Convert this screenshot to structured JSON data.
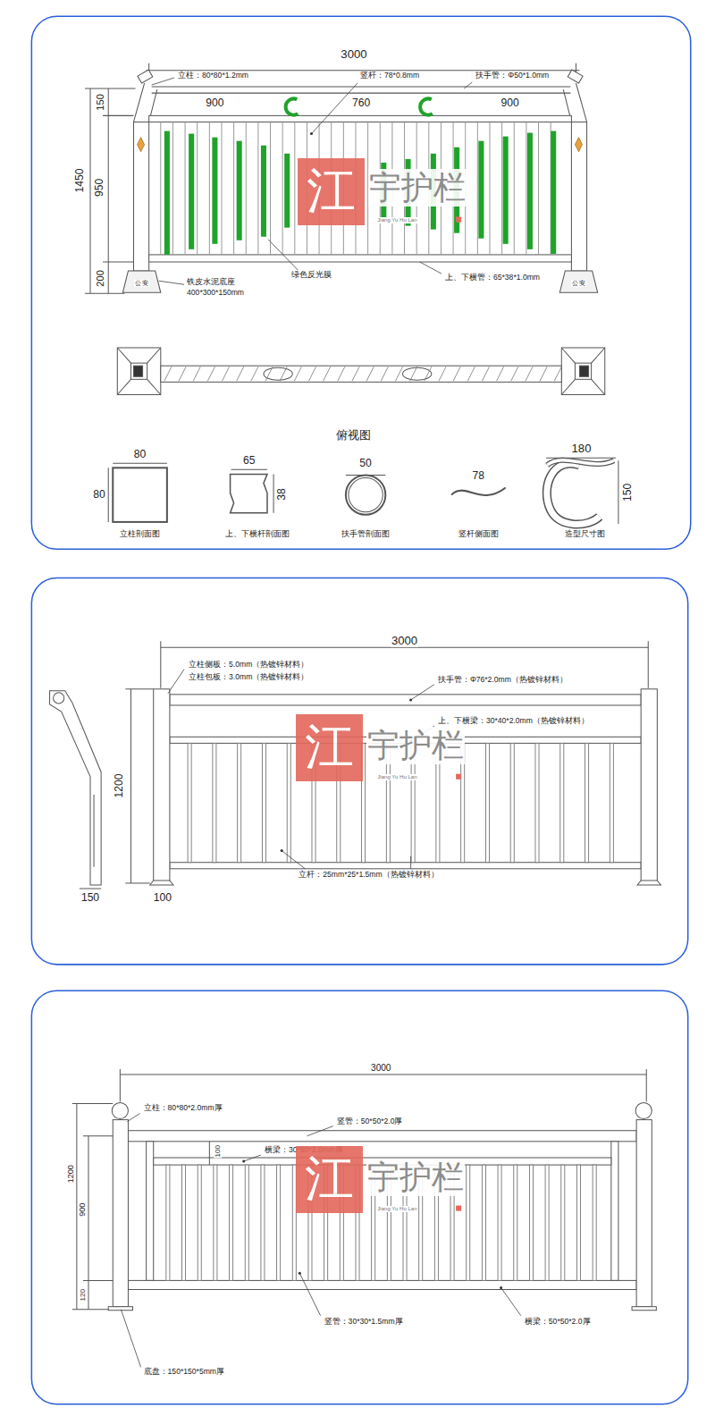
{
  "diagram": {
    "labels": [
      "3000",
      "150",
      "立柱：80*80*1.2mm",
      "竖杆：78*0.8mm",
      "扶手管：Φ50*1.0mm",
      "900",
      "760",
      "900",
      "1450",
      "950",
      "200",
      "江",
      "宇护栏",
      "Jiang Yu Hu Lan",
      "绿色反光膜",
      "上、下横管：65*38*1.0mm",
      "铁皮水泥底座",
      "400*300*150mm",
      "公 安",
      "公 安",
      "俯视图",
      "80",
      "80",
      "立柱剖面图",
      "65",
      "38",
      "上、下横杆剖面图",
      "50",
      "扶手管剖面图",
      "78",
      "竖杆侧面图",
      "180",
      "150",
      "造型尺寸图",
      "3000",
      "立柱侧板：5.0mm（热镀锌材料）",
      "立柱包板：3.0mm（热镀锌材料）",
      "扶手管：Φ76*2.0mm（热镀锌材料）",
      "上、下横梁：30*40*2.0mm（热镀锌材料）",
      "江",
      "宇护栏",
      "Jiang Yu Hu Lan",
      "1200",
      "立杆：25mm*25*1.5mm（热镀锌材料）",
      "150",
      "100",
      "3000",
      "立柱：80*80*2.0mm厚",
      "竖管：50*50*2.0厚",
      "100",
      "横梁：30*50*2.0mm厚",
      "江",
      "宇护栏",
      "Jiang Yu Hu Lan",
      "1200",
      "900",
      "120",
      "竖管：30*30*1.5mm厚",
      "横梁：50*50*2.0厚",
      "底盘：150*150*5mm厚"
    ]
  }
}
